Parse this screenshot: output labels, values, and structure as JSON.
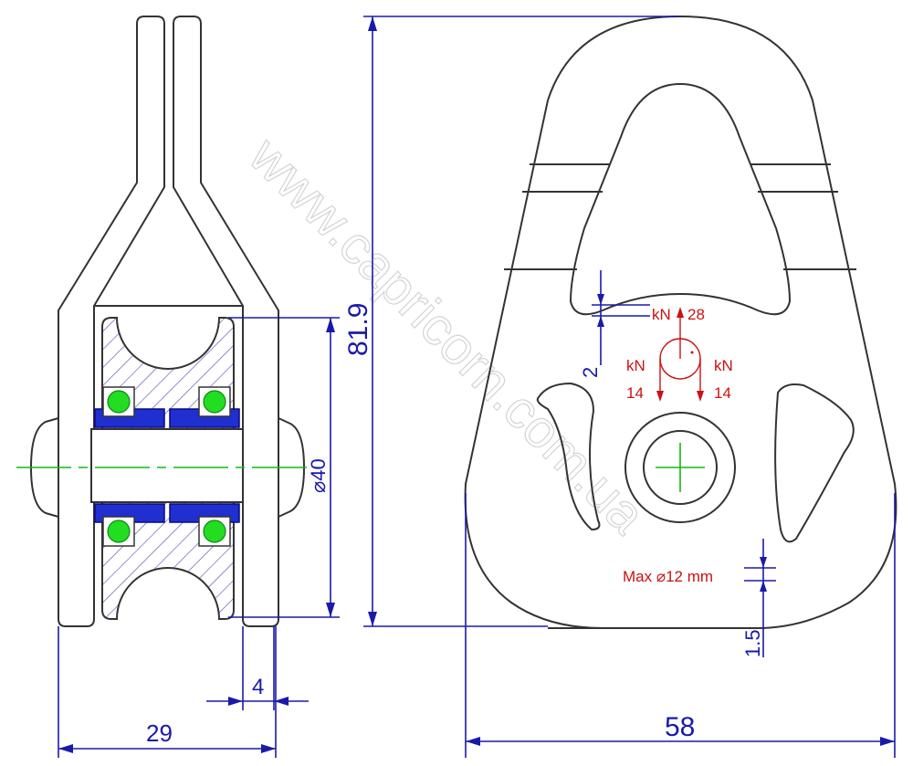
{
  "watermark": "www.capricorn.com.ua",
  "side_view": {
    "width_label": "29",
    "axle_gap_label": "4",
    "sheave_diameter_label": "⌀40"
  },
  "front_view": {
    "height_label": "81.9",
    "width_label": "58",
    "offset_label": "2",
    "edge_label": "1.5",
    "rope_label": "Max ⌀12 mm"
  },
  "loads": {
    "top_unit": "kN",
    "top_value": "28",
    "left_unit": "kN",
    "left_value": "14",
    "right_unit": "kN",
    "right_value": "14"
  },
  "colors": {
    "outline": "#333333",
    "dimension": "#1a1aaa",
    "centerline": "#11bb11",
    "bearing": "#1f2fd0",
    "ball": "#22dd22",
    "load": "#cc1111"
  }
}
